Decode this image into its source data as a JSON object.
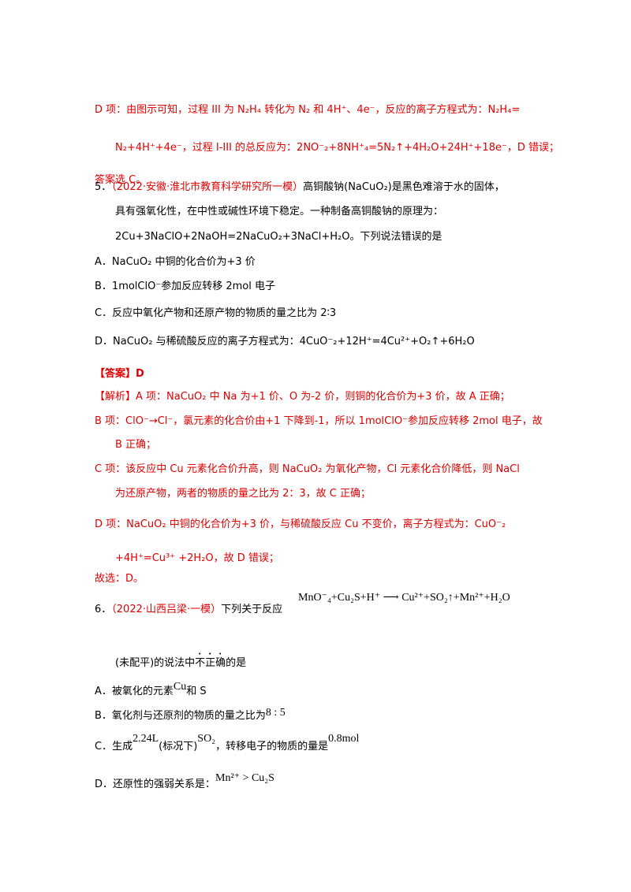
{
  "lines": {
    "l1": "D 项：由图示可知，过程 III 为 N₂H₄ 转化为 N₂ 和 4H⁺、4e⁻，反应的离子方程式为：N₂H₄=",
    "l2": "N₂+4H⁺+4e⁻，过程 I-III 的总反应为：2NO⁻₂+8NH⁺₄=5N₂↑+4H₂O+24H⁺+18e⁻，D 错误；",
    "l3": "答案选 C。",
    "q5_num": "5．",
    "q5_source": "（2022·安徽·淮北市教育科学研究所一模）",
    "q5_text1": "高铜酸钠(NaCuO₂)是黑色难溶于水的固体，",
    "q5_text2": "具有强氧化性，在中性或碱性环境下稳定。一种制备高铜酸钠的原理为：",
    "q5_text3": "2Cu+3NaClO+2NaOH=2NaCuO₂+3NaCl+H₂O。下列说法错误的是",
    "q5_a": "A．NaCuO₂ 中铜的化合价为+3 价",
    "q5_b": "B．1molClO⁻参加反应转移 2mol 电子",
    "q5_c": "C．反应中氧化产物和还原产物的物质的量之比为 2∶3",
    "q5_d": "D．NaCuO₂ 与稀硫酸反应的离子方程式为：4CuO⁻₂+12H⁺=4Cu²⁺+O₂↑+6H₂O",
    "ans_label": "【答案】D",
    "exp_a": "【解析】A 项：NaCuO₂ 中 Na 为+1 价、O 为-2 价，则铜的化合价为+3 价，故 A 正确；",
    "exp_b1": "B 项：ClO⁻→Cl⁻，氯元素的化合价由+1 下降到-1，所以 1molClO⁻参加反应转移 2mol 电子，故",
    "exp_b2": "B 正确；",
    "exp_c1": "C 项：该反应中 Cu 元素化合价升高，则 NaCuO₂ 为氧化产物，Cl 元素化合价降低，则 NaCl",
    "exp_c2": "为还原产物，两者的物质的量之比为 2：3，故 C 正确；",
    "exp_d1": "D 项：NaCuO₂ 中铜的化合价为+3 价，与稀硫酸反应 Cu 不变价，离子方程式为：CuO⁻₂",
    "exp_d2": "+4H⁺=Cu³⁺ +2H₂O，故 D 错误；",
    "exp_end": "故选：D。",
    "q6_num": "6．",
    "q6_source": "（2022·山西吕梁·一模）",
    "q6_text1": "下列关于反应",
    "q6_eq": "MnO⁻₄+Cu₂S+H⁺ ⟶ Cu²⁺+SO₂↑+Mn²⁺+H₂O",
    "q6_text2a": "(未配平)的说法中",
    "q6_text2b": "不正确",
    "q6_text2c": "的是",
    "q6_a1": "A．被氧化的元素",
    "q6_a_cu": "Cu",
    "q6_a2": "和 S",
    "q6_b1": "B．氧化剂与还原剂的物质的量之比为",
    "q6_b_ratio": "8 : 5",
    "q6_c1": "C．生成",
    "q6_c_vol": "2.24L",
    "q6_c2": "(标况下)",
    "q6_c_so2": "SO₂",
    "q6_c3": "，转移电子的物质的量是",
    "q6_c_mol": "0.8mol",
    "q6_d1": "D．还原性的强弱关系是：",
    "q6_d_rel": "Mn²⁺ > Cu₂S"
  }
}
